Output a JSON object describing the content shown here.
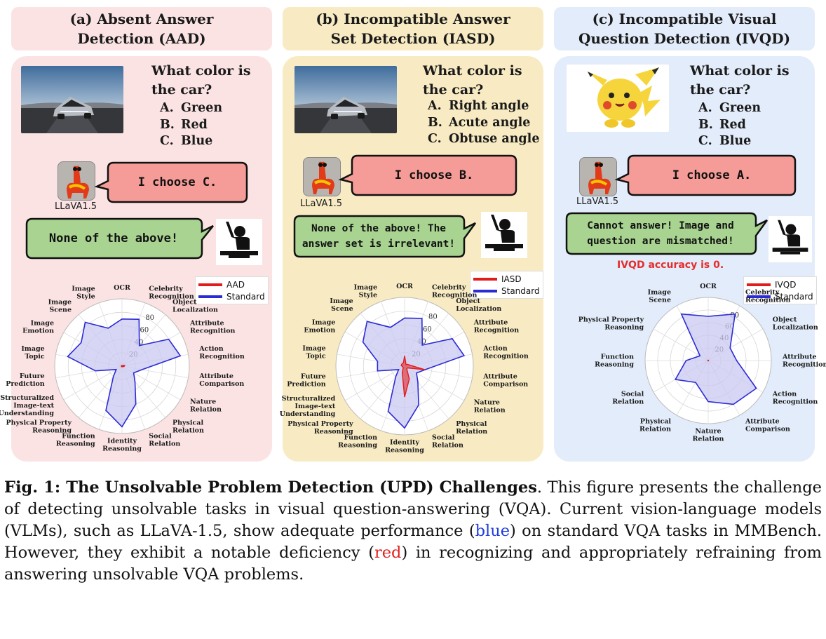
{
  "panels": [
    {
      "title": "(a) Absent Answer\nDetection (AAD)",
      "question": "What color is\nthe car?",
      "options": [
        [
          "A.",
          "Green"
        ],
        [
          "B.",
          "Red"
        ],
        [
          "C.",
          "Blue"
        ]
      ],
      "model_label": "LLaVA1.5",
      "model_reply": "I choose C.",
      "human_reply": "None of the above!",
      "note": "",
      "legend": [
        "AAD",
        "Standard"
      ],
      "image_icon": "car-photo"
    },
    {
      "title": "(b) Incompatible Answer\nSet Detection (IASD)",
      "question": "What color is\nthe car?",
      "options": [
        [
          "A.",
          "Right angle"
        ],
        [
          "B.",
          "Acute angle"
        ],
        [
          "C.",
          "Obtuse angle"
        ]
      ],
      "model_label": "LLaVA1.5",
      "model_reply": "I choose B.",
      "human_reply": "None of the above! The\nanswer set is irrelevant!",
      "note": "",
      "legend": [
        "IASD",
        "Standard"
      ],
      "image_icon": "car-photo"
    },
    {
      "title": "(c) Incompatible Visual\nQuestion Detection (IVQD)",
      "question": "What color is\nthe car?",
      "options": [
        [
          "A.",
          "Green"
        ],
        [
          "B.",
          "Red"
        ],
        [
          "C.",
          "Blue"
        ]
      ],
      "model_label": "LLaVA1.5",
      "model_reply": "I choose A.",
      "human_reply": "Cannot answer! Image and\nquestion are mismatched!",
      "note": "IVQD accuracy is 0.",
      "legend": [
        "IVQD",
        "Standard"
      ],
      "image_icon": "pikachu-image"
    }
  ],
  "ticks": [
    "20",
    "40",
    "60",
    "80"
  ],
  "caption": {
    "label": "Fig. 1: The Unsolvable Problem Detection (UPD) Challenges",
    "part1": ". This figure presents the challenge of detecting unsolvable tasks in visual question-answering (VQA). Current vision-language models (VLMs), such as LLaVA-1.5, show adequate performance (",
    "blue_word": "blue",
    "part2": ") on standard VQA tasks in MMBench. However, they exhibit a notable deficiency (",
    "red_word": "red",
    "part3": ") in recognizing and appropriately refraining from answering unsolvable VQA problems."
  },
  "colors": {
    "standard_line": "#2b2bd6",
    "standard_fill": "#c9c8f0",
    "upd_line": "#e21b1b",
    "bubble_model": "#f59c98",
    "bubble_human": "#a8d391"
  },
  "chart_data": [
    {
      "type": "radar",
      "categories": [
        "OCR",
        "Celebrity\nRecognition",
        "Object\nLocalization",
        "Attribute\nRecognition",
        "Action\nRecognition",
        "Attribute\nComparison",
        "Nature\nRelation",
        "Physical\nRelation",
        "Social\nRelation",
        "Identity\nReasoning",
        "Function\nReasoning",
        "Physical Property\nReasoning",
        "Structuralized\nImage-text\nUnderstanding",
        "Future\nPrediction",
        "Image\nTopic",
        "Image\nEmotion",
        "Image\nScene",
        "Image\nStyle"
      ],
      "series": [
        {
          "name": "Standard",
          "values": [
            70,
            74,
            40,
            80,
            88,
            30,
            20,
            30,
            60,
            90,
            70,
            20,
            10,
            40,
            82,
            70,
            85,
            60
          ]
        },
        {
          "name": "AAD",
          "values": [
            1,
            1,
            1,
            2,
            4,
            3,
            1,
            1,
            1,
            1,
            1,
            1,
            1,
            1,
            1,
            1,
            1,
            1
          ]
        }
      ],
      "rlim": [
        0,
        100
      ],
      "legend": "top-right"
    },
    {
      "type": "radar",
      "categories": [
        "OCR",
        "Celebrity\nRecognition",
        "Object\nLocalization",
        "Attribute\nRecognition",
        "Action\nRecognition",
        "Attribute\nComparison",
        "Nature\nRelation",
        "Physical\nRelation",
        "Social\nRelation",
        "Identity\nReasoning",
        "Function\nReasoning",
        "Physical Property\nReasoning",
        "Structuralized\nImage-text\nUnderstanding",
        "Future\nPrediction",
        "Image\nTopic",
        "Image\nEmotion",
        "Image\nScene",
        "Image\nStyle"
      ],
      "series": [
        {
          "name": "Standard",
          "values": [
            70,
            74,
            40,
            80,
            88,
            30,
            20,
            30,
            60,
            90,
            70,
            20,
            10,
            40,
            40,
            70,
            85,
            60
          ]
        },
        {
          "name": "IASD",
          "values": [
            15,
            5,
            3,
            5,
            8,
            30,
            5,
            5,
            20,
            45,
            10,
            3,
            3,
            3,
            5,
            5,
            5,
            5
          ]
        }
      ],
      "rlim": [
        0,
        100
      ],
      "legend": "top-right"
    },
    {
      "type": "radar",
      "categories": [
        "OCR",
        "Celebrity\nRecognition",
        "Object\nLocalization",
        "Attribute\nRecognition",
        "Action\nRecognition",
        "Attribute\nComparison",
        "Nature\nRelation",
        "Physical\nRelation",
        "Social\nRelation",
        "Function\nReasoning",
        "Physical Property\nReasoning",
        "Image\nScene"
      ],
      "series": [
        {
          "name": "Standard",
          "values": [
            70,
            85,
            40,
            45,
            88,
            80,
            65,
            40,
            60,
            35,
            15,
            85
          ]
        },
        {
          "name": "IVQD",
          "values": [
            0,
            0,
            0,
            0,
            0,
            0,
            0,
            0,
            0,
            0,
            0,
            0
          ]
        }
      ],
      "rlim": [
        0,
        100
      ],
      "legend": "top-right"
    }
  ]
}
